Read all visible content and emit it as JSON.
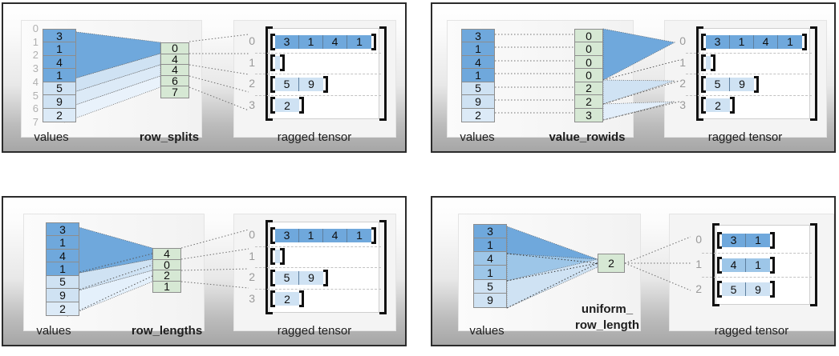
{
  "figure": {
    "title": "RaggedTensor row-partitioning encodings",
    "colors": {
      "value_dark": "#6fa8dc",
      "value_mid": "#a9cbe8",
      "value_light": "#cfe2f3",
      "value_lightest": "#dceaf7",
      "green": "#d6e8d4",
      "bracket": "#111111",
      "index_gray": "#b0b0b0",
      "panel_border": "#2b2b2b",
      "dashed_gray": "#c2c2c2"
    }
  },
  "panels": [
    {
      "id": "row_splits",
      "values_label": "values",
      "partition_label": "row_splits",
      "partition_label_bold": true,
      "tensor_label": "ragged tensor",
      "values": [
        "3",
        "1",
        "4",
        "1",
        "5",
        "9",
        "2"
      ],
      "value_indices": [
        "0",
        "1",
        "2",
        "3",
        "4",
        "5",
        "6",
        "7"
      ],
      "show_value_indices": true,
      "partition": [
        "0",
        "4",
        "4",
        "6",
        "7"
      ],
      "tensor_row_indices": [
        "0",
        "1",
        "2",
        "3"
      ],
      "tensor_rows": [
        [
          "3",
          "1",
          "4",
          "1"
        ],
        [],
        [
          "5",
          "9"
        ],
        [
          "2"
        ]
      ]
    },
    {
      "id": "value_rowids",
      "values_label": "values",
      "partition_label": "value_rowids",
      "partition_label_bold": true,
      "tensor_label": "ragged tensor",
      "values": [
        "3",
        "1",
        "4",
        "1",
        "5",
        "9",
        "2"
      ],
      "value_indices": [],
      "show_value_indices": false,
      "partition": [
        "0",
        "0",
        "0",
        "0",
        "2",
        "2",
        "3"
      ],
      "tensor_row_indices": [
        "0",
        "1",
        "2",
        "3"
      ],
      "tensor_rows": [
        [
          "3",
          "1",
          "4",
          "1"
        ],
        [],
        [
          "5",
          "9"
        ],
        [
          "2"
        ]
      ]
    },
    {
      "id": "row_lengths",
      "values_label": "values",
      "partition_label": "row_lengths",
      "partition_label_bold": true,
      "tensor_label": "ragged tensor",
      "values": [
        "3",
        "1",
        "4",
        "1",
        "5",
        "9",
        "2"
      ],
      "value_indices": [],
      "show_value_indices": false,
      "partition": [
        "4",
        "0",
        "2",
        "1"
      ],
      "tensor_row_indices": [
        "0",
        "1",
        "2",
        "3"
      ],
      "tensor_rows": [
        [
          "3",
          "1",
          "4",
          "1"
        ],
        [],
        [
          "5",
          "9"
        ],
        [
          "2"
        ]
      ]
    },
    {
      "id": "uniform_row_length",
      "values_label": "values",
      "partition_label": "uniform_\nrow_length",
      "partition_label_line1": "uniform_",
      "partition_label_line2": "row_length",
      "partition_label_bold": true,
      "tensor_label": "ragged tensor",
      "values": [
        "3",
        "1",
        "4",
        "1",
        "5",
        "9"
      ],
      "value_indices": [],
      "show_value_indices": false,
      "partition": [
        "2"
      ],
      "tensor_row_indices": [
        "0",
        "1",
        "2"
      ],
      "tensor_rows": [
        [
          "3",
          "1"
        ],
        [
          "4",
          "1"
        ],
        [
          "5",
          "9"
        ]
      ]
    }
  ]
}
